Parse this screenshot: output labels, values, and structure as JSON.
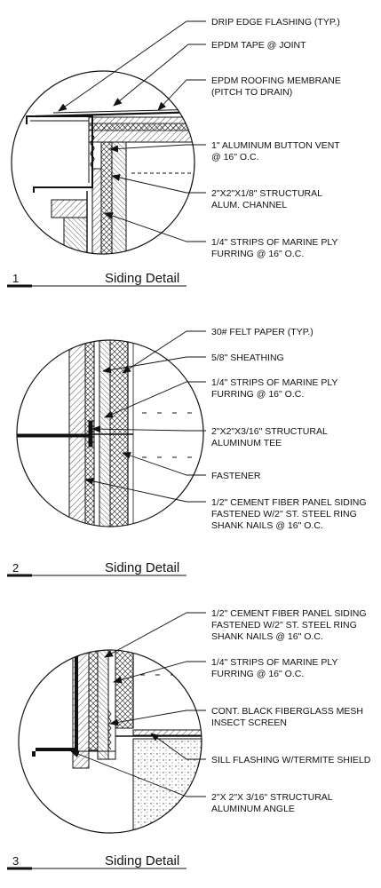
{
  "details": [
    {
      "number": "1",
      "title": "Siding Detail",
      "labels": [
        [
          "DRIP EDGE FLASHING (TYP.)"
        ],
        [
          "EPDM TAPE @ JOINT"
        ],
        [
          "EPDM ROOFING MEMBRANE",
          "(PITCH TO DRAIN)"
        ],
        [
          "1\" ALUMINUM BUTTON VENT",
          "@ 16\" O.C."
        ],
        [
          "2\"X2\"X1/8\" STRUCTURAL",
          "ALUM. CHANNEL"
        ],
        [
          "1/4\" STRIPS OF MARINE PLY",
          "FURRING @ 16\" O.C."
        ]
      ]
    },
    {
      "number": "2",
      "title": "Siding Detail",
      "labels": [
        [
          "30# FELT PAPER (TYP.)"
        ],
        [
          "5/8\" SHEATHING"
        ],
        [
          "1/4\" STRIPS OF MARINE PLY",
          "FURRING @ 16\" O.C."
        ],
        [
          "2\"X2\"X3/16\" STRUCTURAL",
          "ALUMINUM TEE"
        ],
        [
          "FASTENER"
        ],
        [
          "1/2\" CEMENT FIBER PANEL SIDING",
          "FASTENED W/2\" ST. STEEL RING",
          "SHANK NAILS @ 16\" O.C."
        ]
      ]
    },
    {
      "number": "3",
      "title": "Siding Detail",
      "labels": [
        [
          "1/2\" CEMENT FIBER PANEL SIDING",
          "FASTENED W/2\" ST. STEEL RING",
          "SHANK NAILS @ 16\" O.C."
        ],
        [
          "1/4\" STRIPS OF MARINE PLY",
          "FURRING @ 16\" O.C."
        ],
        [
          "CONT. BLACK FIBERGLASS MESH",
          "INSECT SCREEN"
        ],
        [
          "SILL FLASHING W/TERMITE SHIELD"
        ],
        [
          "2\"X 2\"X 3/16\" STRUCTURAL",
          "ALUMINUM ANGLE"
        ]
      ]
    }
  ]
}
